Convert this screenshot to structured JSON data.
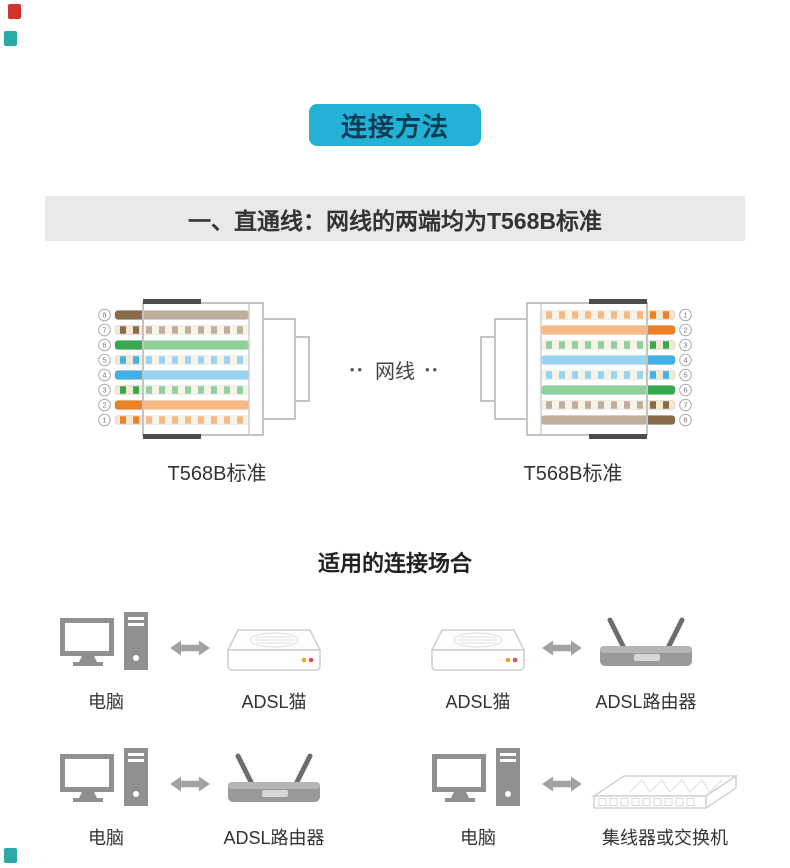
{
  "corner_marks": {
    "top_red": "#d0342c",
    "top_teal": "#2aa9a9",
    "bottom_teal": "#2aa9a9"
  },
  "badge": {
    "label": "连接方法"
  },
  "banner": {
    "title": "一、直通线：网线的两端均为T568B标准"
  },
  "cable": {
    "center_label": "网线",
    "dots_left": "••",
    "dots_right": "••",
    "left_connector_label": "T568B标准",
    "right_connector_label": "T568B标准",
    "pins_left_top_to_bottom": [
      8,
      7,
      6,
      5,
      4,
      3,
      2,
      1
    ],
    "pins_right_top_to_bottom": [
      1,
      2,
      3,
      4,
      5,
      6,
      7,
      8
    ],
    "wire_colors_t568b": [
      {
        "pin": 1,
        "name": "white-orange",
        "base": "#f3e9d3",
        "stripe": "#ef8125"
      },
      {
        "pin": 2,
        "name": "orange",
        "base": "#ef8125",
        "stripe": null
      },
      {
        "pin": 3,
        "name": "white-green",
        "base": "#f3e9d3",
        "stripe": "#34a94e"
      },
      {
        "pin": 4,
        "name": "blue",
        "base": "#41b1e6",
        "stripe": null
      },
      {
        "pin": 5,
        "name": "white-blue",
        "base": "#f3e9d3",
        "stripe": "#41b1e6"
      },
      {
        "pin": 6,
        "name": "green",
        "base": "#34a94e",
        "stripe": null
      },
      {
        "pin": 7,
        "name": "white-brown",
        "base": "#f3e9d3",
        "stripe": "#8b6c4a"
      },
      {
        "pin": 8,
        "name": "brown",
        "base": "#8b6c4a",
        "stripe": null
      }
    ]
  },
  "section": {
    "title": "适用的连接场合"
  },
  "scenarios": [
    {
      "left": {
        "icon": "computer",
        "label": "电脑"
      },
      "right": {
        "icon": "modem",
        "label": "ADSL猫"
      }
    },
    {
      "left": {
        "icon": "modem",
        "label": "ADSL猫"
      },
      "right": {
        "icon": "router",
        "label": "ADSL路由器"
      }
    },
    {
      "left": {
        "icon": "computer",
        "label": "电脑"
      },
      "right": {
        "icon": "router",
        "label": "ADSL路由器"
      }
    },
    {
      "left": {
        "icon": "computer",
        "label": "电脑"
      },
      "right": {
        "icon": "switch",
        "label": "集线器或交换机"
      }
    }
  ],
  "colors": {
    "accent_cyan": "#22b2d6",
    "badge_text": "#0d3b56",
    "banner_bg": "#e9e9e9",
    "device_gray": "#909090",
    "router_gray": "#9a9a9a",
    "outline_gray": "#cdcdcd",
    "arrow_gray": "#a2a2a2",
    "led_orange": "#f0a22e",
    "led_red": "#e05252",
    "connector_outline": "#c4c4c4",
    "connector_edge_dark": "#4c4c4c"
  }
}
